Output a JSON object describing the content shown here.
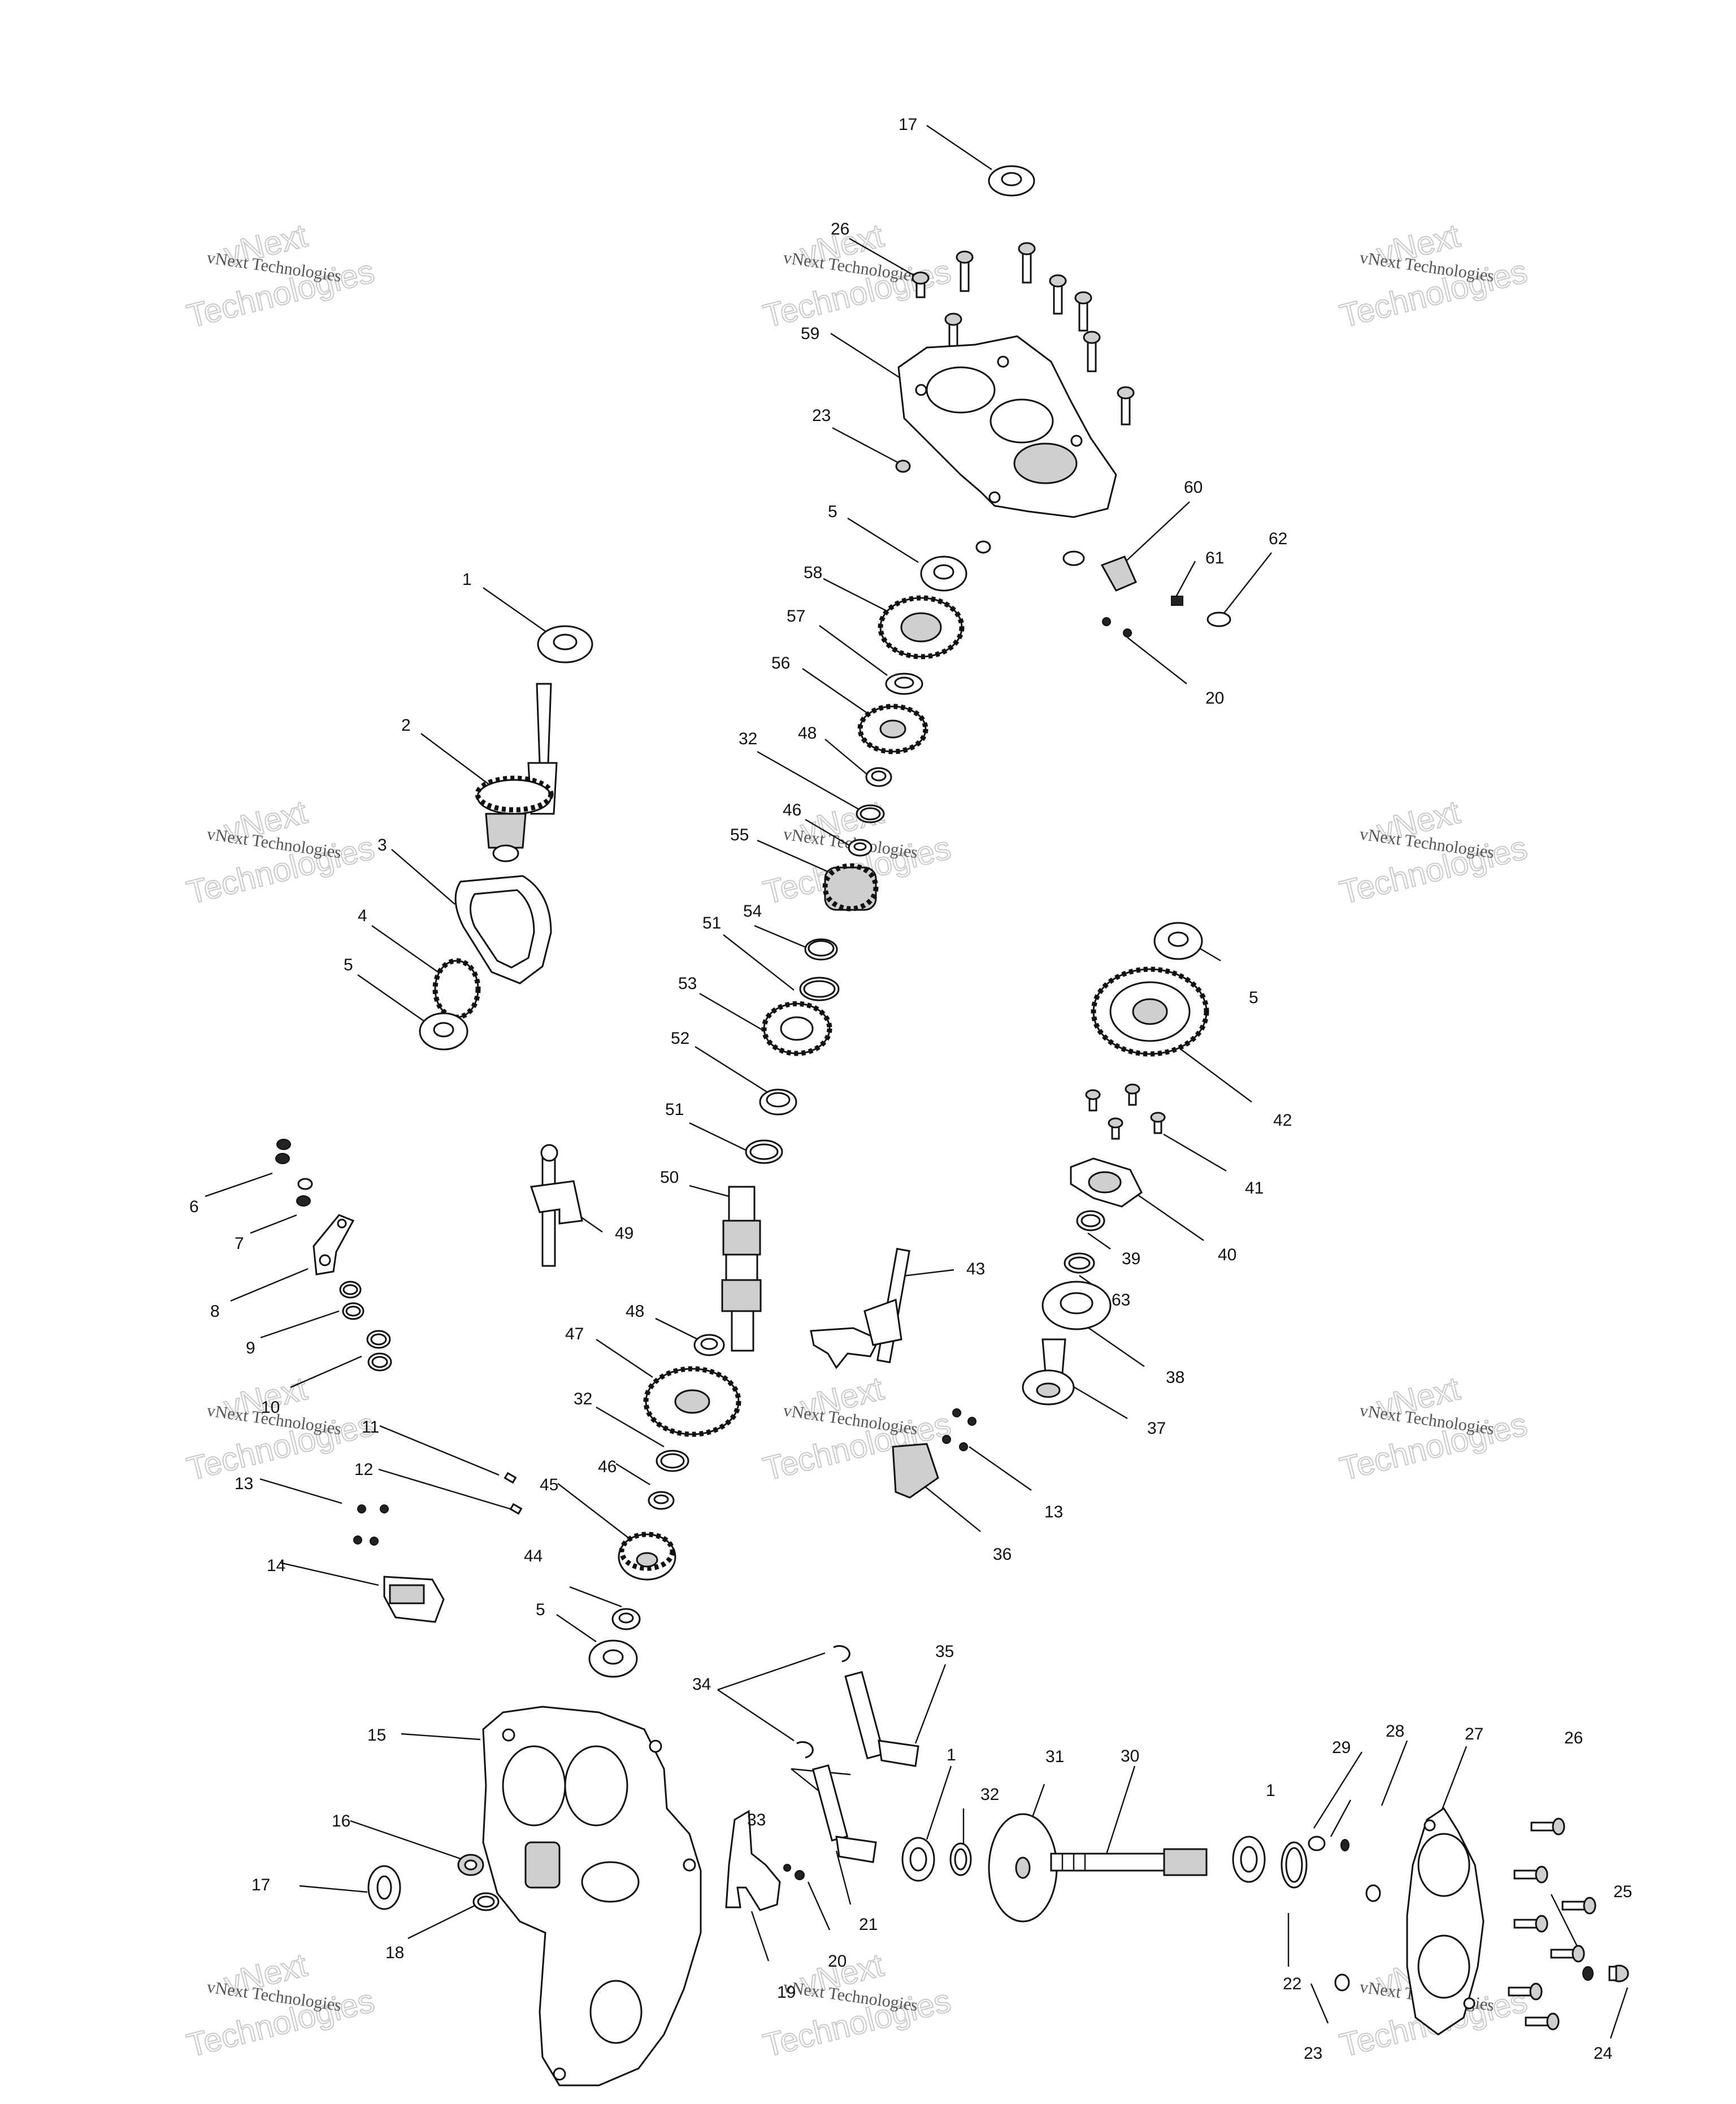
{
  "watermark": {
    "line1": "vNext",
    "line2": "Technologies",
    "small": "vNext Technologies"
  },
  "labels": [
    {
      "id": "l17a",
      "text": "17"
    },
    {
      "id": "l26a",
      "text": "26"
    },
    {
      "id": "l59",
      "text": "59"
    },
    {
      "id": "l23a",
      "text": "23"
    },
    {
      "id": "l5a",
      "text": "5"
    },
    {
      "id": "l60",
      "text": "60"
    },
    {
      "id": "l61",
      "text": "61"
    },
    {
      "id": "l62",
      "text": "62"
    },
    {
      "id": "l58",
      "text": "58"
    },
    {
      "id": "l57",
      "text": "57"
    },
    {
      "id": "l20a",
      "text": "20"
    },
    {
      "id": "l56",
      "text": "56"
    },
    {
      "id": "l1a",
      "text": "1"
    },
    {
      "id": "l2",
      "text": "2"
    },
    {
      "id": "l32a",
      "text": "32"
    },
    {
      "id": "l48a",
      "text": "48"
    },
    {
      "id": "l46a",
      "text": "46"
    },
    {
      "id": "l55",
      "text": "55"
    },
    {
      "id": "l3",
      "text": "3"
    },
    {
      "id": "l4",
      "text": "4"
    },
    {
      "id": "l54",
      "text": "54"
    },
    {
      "id": "l51a",
      "text": "51"
    },
    {
      "id": "l5b",
      "text": "5"
    },
    {
      "id": "l53",
      "text": "53"
    },
    {
      "id": "l5c",
      "text": "5"
    },
    {
      "id": "l52",
      "text": "52"
    },
    {
      "id": "l42",
      "text": "42"
    },
    {
      "id": "l51b",
      "text": "51"
    },
    {
      "id": "l41",
      "text": "41"
    },
    {
      "id": "l50",
      "text": "50"
    },
    {
      "id": "l6",
      "text": "6"
    },
    {
      "id": "l49",
      "text": "49"
    },
    {
      "id": "l7",
      "text": "7"
    },
    {
      "id": "l40",
      "text": "40"
    },
    {
      "id": "l39",
      "text": "39"
    },
    {
      "id": "l43",
      "text": "43"
    },
    {
      "id": "l8",
      "text": "8"
    },
    {
      "id": "l63",
      "text": "63"
    },
    {
      "id": "l48b",
      "text": "48"
    },
    {
      "id": "l9",
      "text": "9"
    },
    {
      "id": "l47",
      "text": "47"
    },
    {
      "id": "l38",
      "text": "38"
    },
    {
      "id": "l10",
      "text": "10"
    },
    {
      "id": "l32b",
      "text": "32"
    },
    {
      "id": "l37",
      "text": "37"
    },
    {
      "id": "l11",
      "text": "11"
    },
    {
      "id": "l46b",
      "text": "46"
    },
    {
      "id": "l12",
      "text": "12"
    },
    {
      "id": "l13a",
      "text": "13"
    },
    {
      "id": "l45",
      "text": "45"
    },
    {
      "id": "l13b",
      "text": "13"
    },
    {
      "id": "l36",
      "text": "36"
    },
    {
      "id": "l14",
      "text": "14"
    },
    {
      "id": "l44",
      "text": "44"
    },
    {
      "id": "l5d",
      "text": "5"
    },
    {
      "id": "l35",
      "text": "35"
    },
    {
      "id": "l34",
      "text": "34"
    },
    {
      "id": "l15",
      "text": "15"
    },
    {
      "id": "l1b",
      "text": "1"
    },
    {
      "id": "l31",
      "text": "31"
    },
    {
      "id": "l30",
      "text": "30"
    },
    {
      "id": "l28",
      "text": "28"
    },
    {
      "id": "l27",
      "text": "27"
    },
    {
      "id": "l26b",
      "text": "26"
    },
    {
      "id": "l32c",
      "text": "32"
    },
    {
      "id": "l1c",
      "text": "1"
    },
    {
      "id": "l29",
      "text": "29"
    },
    {
      "id": "l33",
      "text": "33"
    },
    {
      "id": "l16",
      "text": "16"
    },
    {
      "id": "l17b",
      "text": "17"
    },
    {
      "id": "l21",
      "text": "21"
    },
    {
      "id": "l25",
      "text": "25"
    },
    {
      "id": "l22",
      "text": "22"
    },
    {
      "id": "l18",
      "text": "18"
    },
    {
      "id": "l20b",
      "text": "20"
    },
    {
      "id": "l19",
      "text": "19"
    },
    {
      "id": "l23b",
      "text": "23"
    },
    {
      "id": "l24",
      "text": "24"
    }
  ]
}
